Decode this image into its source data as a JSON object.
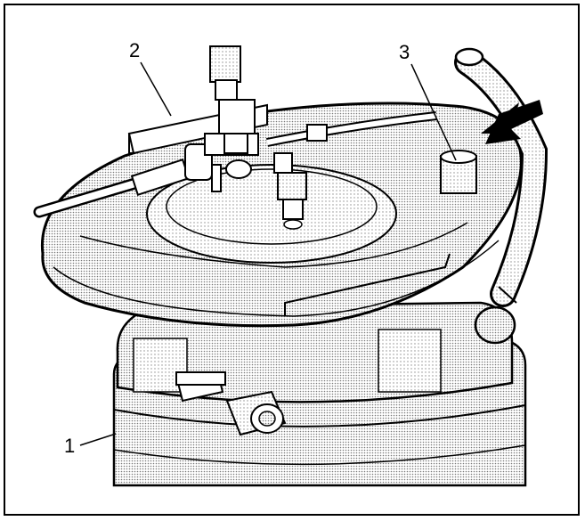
{
  "callouts": {
    "one": "1",
    "two": "2",
    "three": "3"
  },
  "colors": {
    "ink": "#000000",
    "shade": "#d9d9d9",
    "paper": "#ffffff"
  }
}
